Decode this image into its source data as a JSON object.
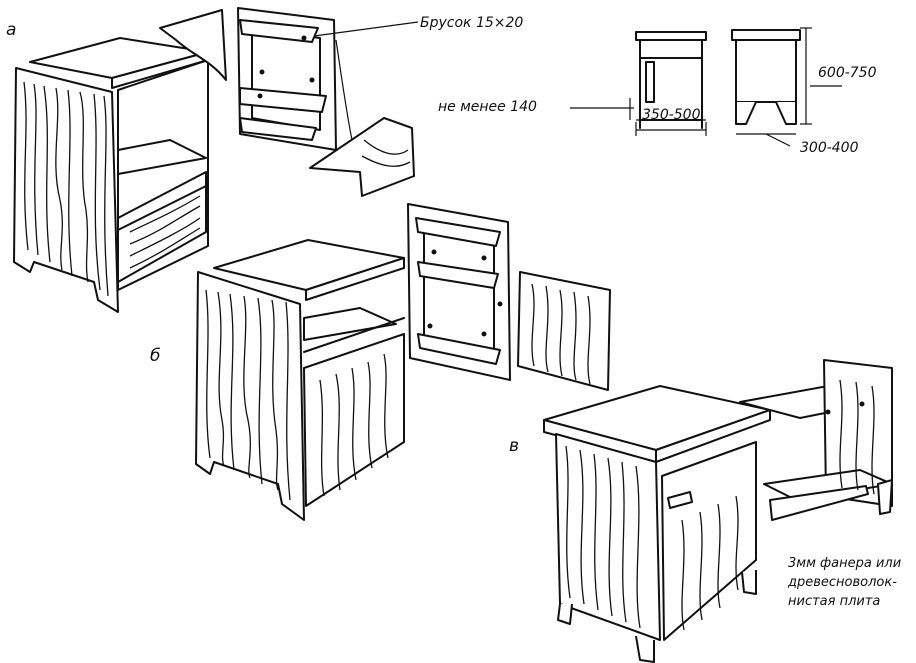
{
  "panels": {
    "a": "а",
    "b": "б",
    "v": "в"
  },
  "labels": {
    "brusok": "Брусок 15×20",
    "ne_menee": "не менее 140",
    "dim_width": "350-500",
    "dim_height": "600-750",
    "dim_depth": "300-400",
    "material_line1": "3мм фанера или",
    "material_line2": "древесноволок-",
    "material_line3": "нистая плита"
  }
}
